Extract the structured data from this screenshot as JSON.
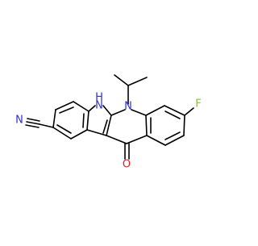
{
  "atom_labels": {
    "nh": "H",
    "nh_n": "N",
    "n_ring": "N",
    "nitrile_n": "N",
    "fluorine": "F",
    "oxygen": "O"
  },
  "colors": {
    "bond": "#000000",
    "nitrogen": "#2f2fe0",
    "oxygen": "#e0201f",
    "fluorine": "#84c04a",
    "background": "#ffffff"
  }
}
